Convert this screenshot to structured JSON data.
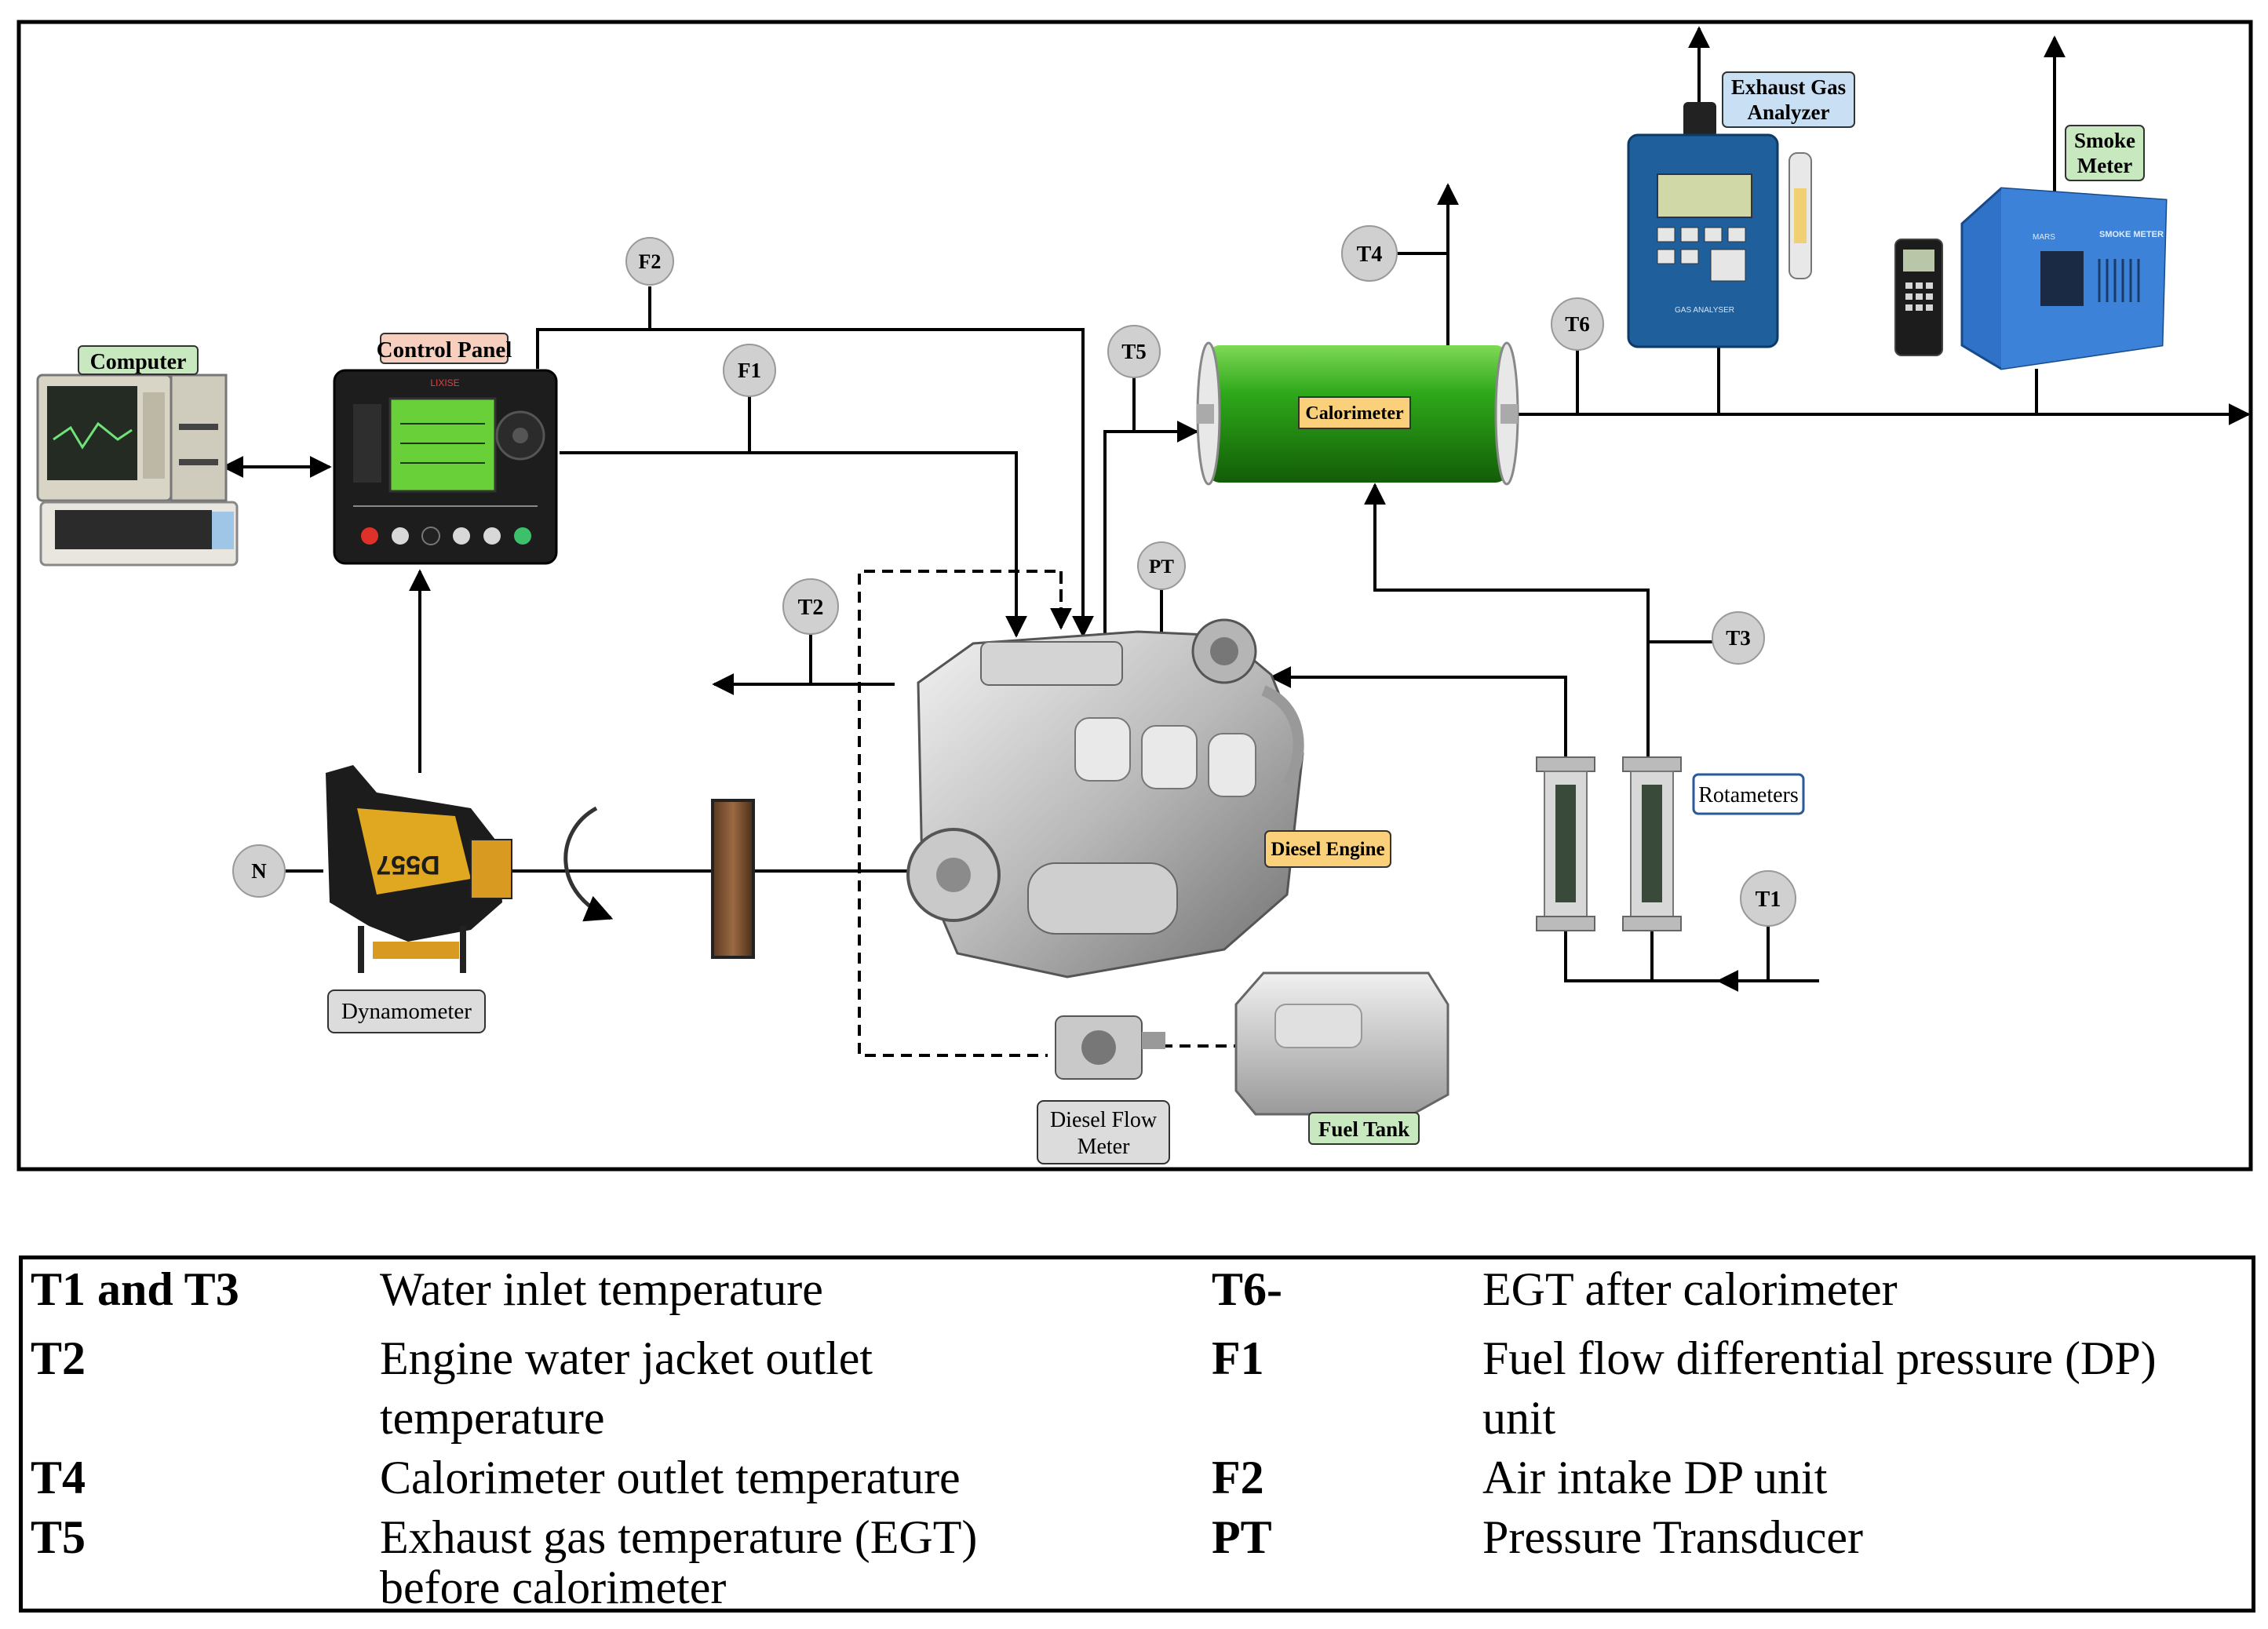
{
  "diagram": {
    "components": {
      "computer": "Computer",
      "control_panel": "Control Panel",
      "dynamometer": "Dynamometer",
      "diesel_engine": "Diesel Engine",
      "calorimeter": "Calorimeter",
      "exhaust_gas_analyzer": [
        "Exhaust Gas",
        "Analyzer"
      ],
      "smoke_meter": [
        "Smoke",
        "Meter"
      ],
      "rotameters": "Rotameters",
      "diesel_flow_meter": [
        "Diesel Flow",
        "Meter"
      ],
      "fuel_tank": "Fuel Tank"
    },
    "sensors": {
      "f1": "F1",
      "f2": "F2",
      "t1": "T1",
      "t2": "T2",
      "t3": "T3",
      "t4": "T4",
      "t5": "T5",
      "t6": "T6",
      "pt": "PT",
      "n": "N"
    },
    "device_text": {
      "control_panel_brand": "LIXISE",
      "dynamometer_model": "D557",
      "gas_analyser": "GAS ANALYSER",
      "smoke_meter_brand": "MARS",
      "smoke_meter_title": "SMOKE METER"
    },
    "colors": {
      "calorimeter": "#2fa81a",
      "label_green": "#c8e8bf",
      "label_yellow": "#fad07a",
      "label_blue": "#c9dff4",
      "label_gray": "#dcdcdc",
      "sensor_circle": "#d0d0d0",
      "analyzer_body": "#1f5f9c",
      "smoke_meter_body": "#2f72c8"
    }
  },
  "legend": [
    {
      "key": "T1 and T3",
      "desc": [
        "Water inlet temperature"
      ]
    },
    {
      "key": "T6-",
      "desc": [
        "EGT after calorimeter"
      ]
    },
    {
      "key": "T2",
      "desc": [
        "Engine water jacket outlet",
        "temperature"
      ]
    },
    {
      "key": "F1",
      "desc": [
        "Fuel flow differential pressure (DP)",
        "unit"
      ]
    },
    {
      "key": "T4",
      "desc": [
        "Calorimeter outlet temperature"
      ]
    },
    {
      "key": "F2",
      "desc": [
        "Air intake DP unit"
      ]
    },
    {
      "key": "T5",
      "desc": [
        "Exhaust gas temperature (EGT)",
        "before calorimeter"
      ]
    },
    {
      "key": "PT",
      "desc": [
        "Pressure Transducer"
      ]
    }
  ]
}
